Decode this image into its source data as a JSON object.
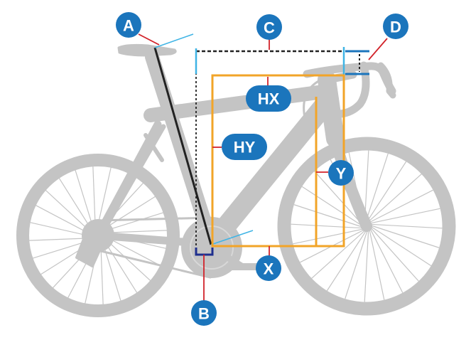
{
  "colors": {
    "bike": "#c4c4c4",
    "badge": "#1b75bc",
    "orange": "#f2a428",
    "red": "#d2232a",
    "cyan": "#3fb4e5",
    "navy": "#1f2f8e",
    "dark": "#222222"
  },
  "labels": {
    "A": "A",
    "B": "B",
    "C": "C",
    "D": "D",
    "HX": "HX",
    "HY": "HY",
    "X": "X",
    "Y": "Y"
  }
}
